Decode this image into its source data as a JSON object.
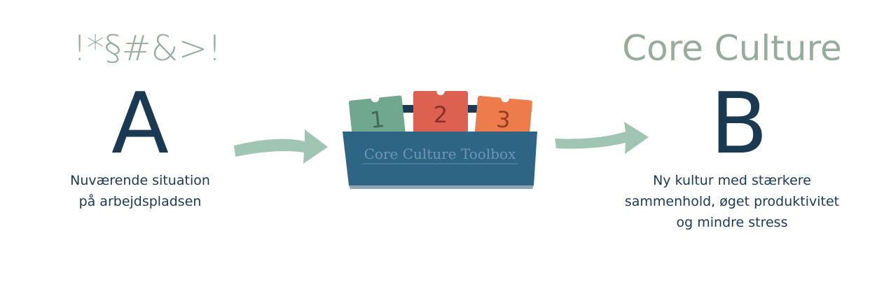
{
  "header": {
    "symbols": "!*§#&>!",
    "headline": "Core Culture"
  },
  "start": {
    "letter": "A",
    "caption_line1": "Nuværende situation",
    "caption_line2": "på arbejdspladsen"
  },
  "toolbox": {
    "label": "Core Culture Toolbox",
    "cards": [
      "1",
      "2",
      "3"
    ],
    "colors": {
      "box": "#2e6585",
      "card1": "#6fa88e",
      "card2": "#dc6151",
      "card3": "#ee7b4c",
      "handle": "#1b3a52",
      "arrow": "#8fbba8"
    }
  },
  "end": {
    "letter": "B",
    "caption_line1": "Ny kultur med stærkere",
    "caption_line2": "sammenhold, øget produktivitet",
    "caption_line3": "og mindre stress"
  }
}
